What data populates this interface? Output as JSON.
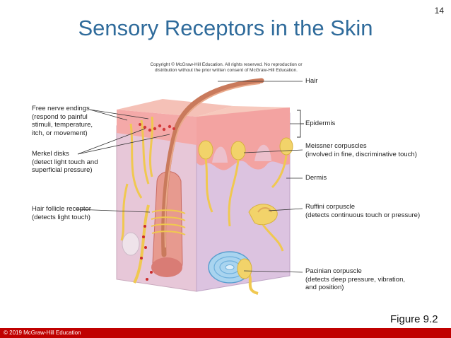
{
  "page_number": "14",
  "title": "Sensory Receptors in the Skin",
  "copyright_lines": [
    "Copyright © McGraw-Hill Education.  All rights reserved. No reproduction or",
    "distribution without the prior written consent of McGraw-Hill Education."
  ],
  "labels_left": {
    "free_nerve": [
      "Free nerve endings",
      "(respond to painful",
      "stimuli, temperature,",
      "itch, or movement)"
    ],
    "merkel": [
      "Merkel disks",
      "(detect light touch and",
      "superficial pressure)"
    ],
    "hair_follicle": [
      "Hair follicle receptor",
      "(detects light touch)"
    ]
  },
  "labels_right": {
    "hair": [
      "Hair"
    ],
    "epidermis": [
      "Epidermis"
    ],
    "meissner": [
      "Meissner corpuscles",
      "(involved in fine, discriminative touch)"
    ],
    "dermis": [
      "Dermis"
    ],
    "ruffini": [
      "Ruffini corpuscle",
      "(detects continuous touch or pressure)"
    ],
    "pacinian": [
      "Pacinian corpuscle",
      "(detects deep pressure, vibration,",
      "and position)"
    ]
  },
  "figure_label": "Figure 9.2",
  "footer_text": "© 2019 McGraw-Hill Education",
  "colors": {
    "title": "#2f6b9b",
    "footer": "#c00000",
    "epidermis": "#f2a7a7",
    "dermis": "#e6c6d6",
    "nerve": "#f0c850",
    "hair": "#c97a5c"
  }
}
